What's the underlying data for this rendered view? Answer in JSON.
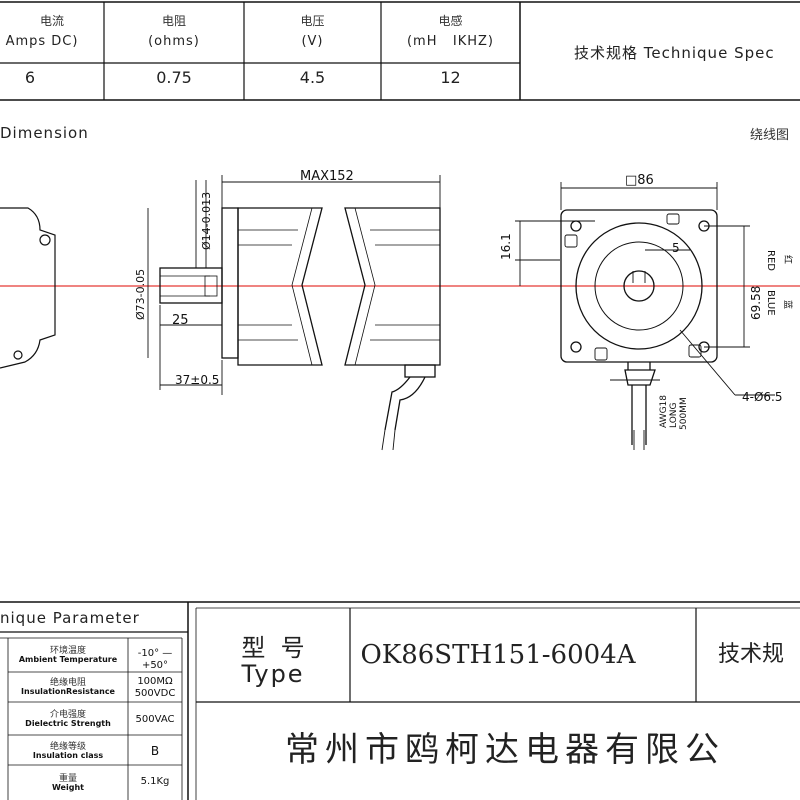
{
  "top_table": {
    "headers": [
      {
        "cn": "电流",
        "en": "Amps DC)"
      },
      {
        "cn": "电阻",
        "en": "(ohms)"
      },
      {
        "cn": "电压",
        "en": "(V)"
      },
      {
        "cn": "电感",
        "en": "(mH   IKHZ)"
      }
    ],
    "values": [
      "6",
      "0.75",
      "4.5",
      "12"
    ],
    "spec_title": "技术规格 Technique Spec"
  },
  "section_dimension": "Dimension",
  "section_wiring": "绕线图",
  "dims": {
    "max_length": "MAX152",
    "shaft_dia": "Ø14-0.013",
    "pilot_dia": "Ø73-0.05",
    "shaft_len": "25",
    "shaft_ext": "37±0.5",
    "flange": "□86",
    "key_h": "16.1",
    "key_w": "5",
    "hole_spacing": "69.58",
    "hole_dia": "4-Ø6.5",
    "wire_note_1": "AWG18",
    "wire_note_2": "LONG",
    "wire_note_3": "500MM",
    "wire_red": "RED",
    "wire_blue": "BLUE",
    "wire_red_cn": "红",
    "wire_blue_cn": "蓝"
  },
  "params": {
    "title": "nique Parameter",
    "rows": [
      {
        "cn": "环境温度",
        "en": "Ambient Temperature",
        "value": "-10° — +50°"
      },
      {
        "cn": "绝缘电阻",
        "en": "InsulationResistance",
        "value": "100MΩ 500VDC"
      },
      {
        "cn": "介电强度",
        "en": "Dielectric Strength",
        "value": "500VAC"
      },
      {
        "cn": "绝缘等级",
        "en": "Insulation class",
        "value": "B"
      },
      {
        "cn": "重量",
        "en": "Weight",
        "value": "5.1Kg"
      }
    ]
  },
  "type_block": {
    "label_cn": "型  号",
    "label_en": "Type",
    "model": "OK86STH151-6004A",
    "tech_cn": "技术规",
    "company": "常州市鸥柯达电器有限公"
  },
  "colors": {
    "line": "#111111",
    "red_line": "#e53935"
  }
}
